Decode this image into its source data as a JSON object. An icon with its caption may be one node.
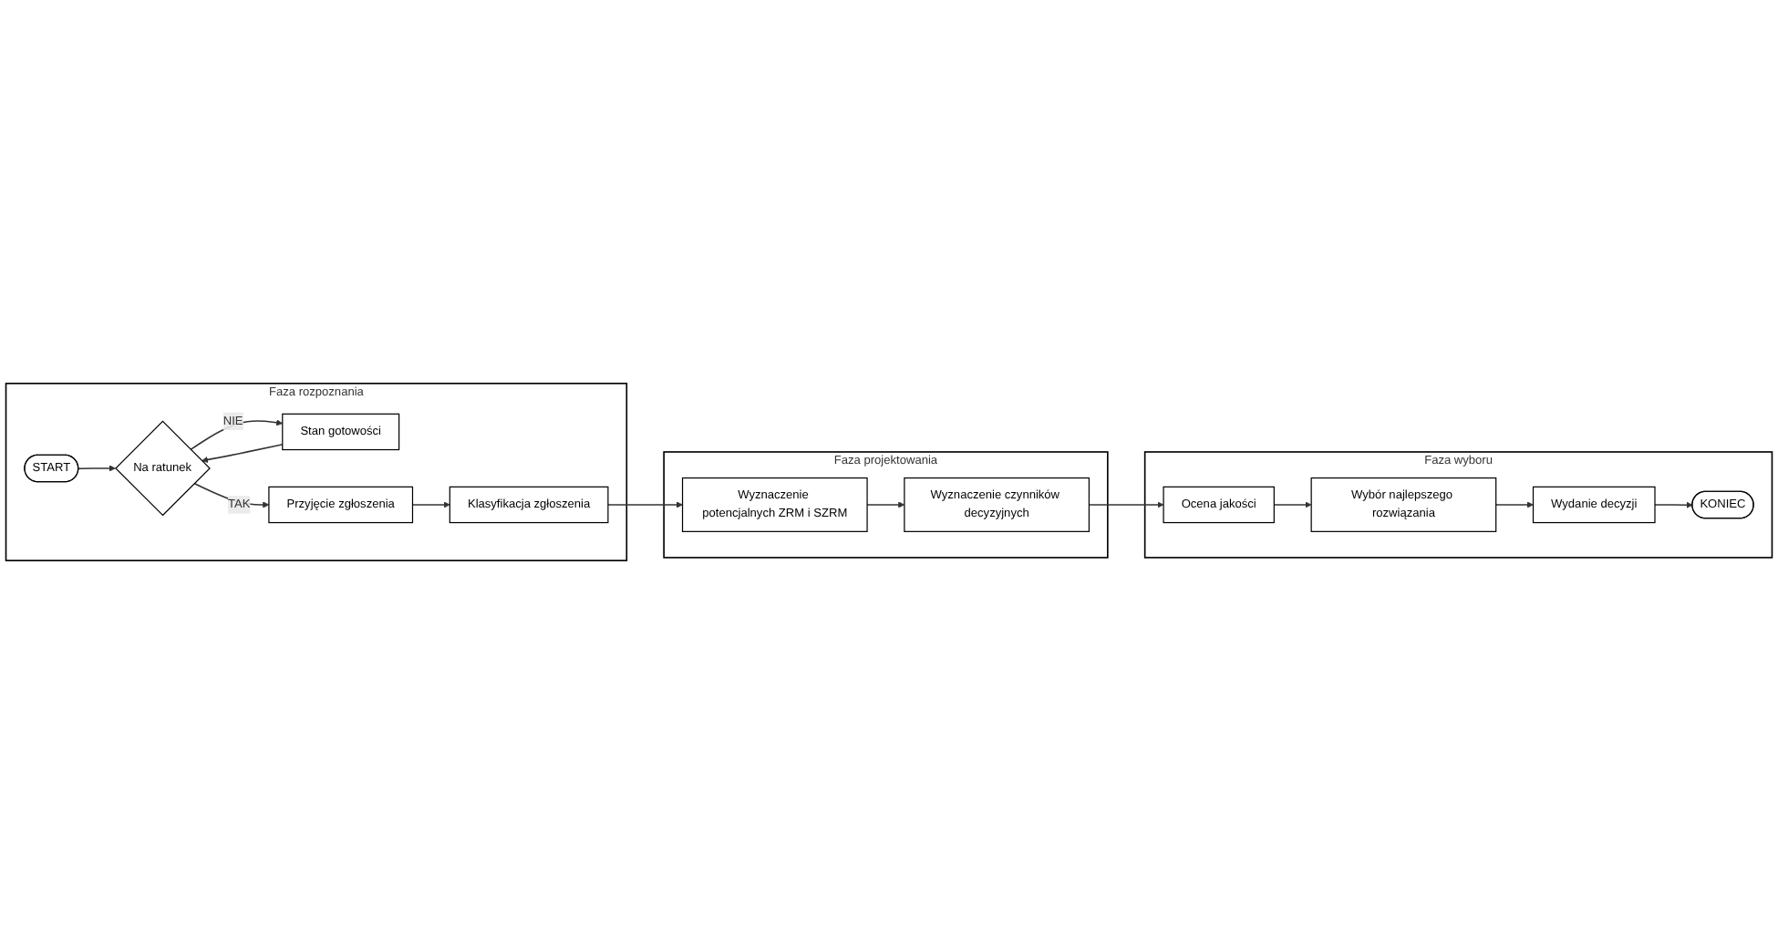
{
  "diagram": {
    "nodes": [
      {
        "text": [
          "Faza rozpoznania"
        ]
      },
      {
        "text": [
          "START"
        ],
        "in": 0
      },
      {
        "text": [
          "Na ratunek"
        ],
        "in": 0
      },
      {
        "text": [
          "Stan gotowości"
        ],
        "in": 0
      },
      {
        "text": [
          "Przyjęcie zgłoszenia"
        ],
        "in": 0
      },
      {
        "text": [
          "Klasyfikacja zgłoszenia"
        ],
        "in": 0
      },
      {
        "text": [
          "Faza projektowania"
        ]
      },
      {
        "text": [
          "Wyznaczenie potencjalnych ZRM i SZRM"
        ],
        "in": 6
      },
      {
        "text": [
          "Wyznaczenie czynników decyzyjnych"
        ],
        "in": 6
      },
      {
        "text": [
          "Faza wyboru"
        ]
      },
      {
        "text": [
          "Ocena jakości"
        ],
        "in": 9
      },
      {
        "text": [
          "Wybór najlepszego rozwiązania"
        ],
        "in": 9
      },
      {
        "text": [
          "Wydanie decyzji"
        ],
        "in": 9
      },
      {
        "text": [
          "KONIEC"
        ],
        "in": 9
      }
    ],
    "edges": [
      {
        "from": 1,
        "to": 2,
        "arrow": "to"
      },
      {
        "from": 2,
        "to": 3,
        "label": "NIE",
        "arrow": "to"
      },
      {
        "from": 3,
        "to": 2,
        "arrow": "to"
      },
      {
        "from": 2,
        "to": 4,
        "label": "TAK",
        "arrow": "to"
      },
      {
        "from": 4,
        "to": 5,
        "arrow": "to"
      },
      {
        "from": 5,
        "to": 7,
        "arrow": "to"
      },
      {
        "from": 7,
        "to": 8,
        "arrow": "to"
      },
      {
        "from": 8,
        "to": 10,
        "arrow": "to"
      },
      {
        "from": 10,
        "to": 11,
        "arrow": "to"
      },
      {
        "from": 11,
        "to": 12,
        "arrow": "to"
      },
      {
        "from": 12,
        "to": 13,
        "arrow": "to"
      }
    ]
  }
}
